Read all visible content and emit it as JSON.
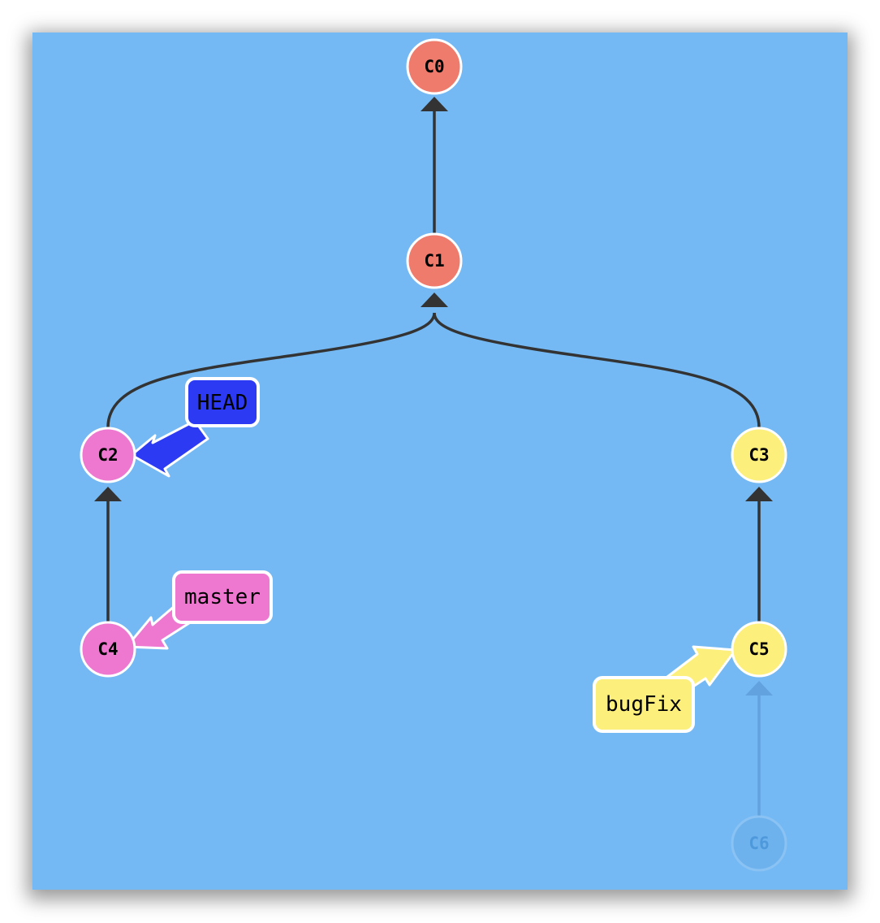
{
  "commits": [
    {
      "id": "C0",
      "label": "C0",
      "color": "#ef7b6d",
      "text_color": "#000000",
      "ghost": false
    },
    {
      "id": "C1",
      "label": "C1",
      "color": "#ef7b6d",
      "text_color": "#000000",
      "ghost": false
    },
    {
      "id": "C2",
      "label": "C2",
      "color": "#ee77d0",
      "text_color": "#000000",
      "ghost": false
    },
    {
      "id": "C3",
      "label": "C3",
      "color": "#fcef7b",
      "text_color": "#000000",
      "ghost": false
    },
    {
      "id": "C4",
      "label": "C4",
      "color": "#ee77d0",
      "text_color": "#000000",
      "ghost": false
    },
    {
      "id": "C5",
      "label": "C5",
      "color": "#fcef7b",
      "text_color": "#000000",
      "ghost": false
    },
    {
      "id": "C6",
      "label": "C6",
      "color": "#74b9f4",
      "text_color": "#4a90d0",
      "ghost": true
    }
  ],
  "edges": [
    {
      "from": "C1",
      "to": "C0"
    },
    {
      "from": "C2",
      "to": "C1"
    },
    {
      "from": "C3",
      "to": "C1"
    },
    {
      "from": "C4",
      "to": "C2"
    },
    {
      "from": "C5",
      "to": "C3"
    },
    {
      "from": "C6",
      "to": "C5",
      "ghost": true
    }
  ],
  "refs": {
    "head": {
      "label": "HEAD",
      "target": "C2",
      "color": "#2c3af3"
    },
    "master": {
      "label": "master",
      "target": "C4",
      "color": "#ee77d0"
    },
    "bugfix": {
      "label": "bugFix",
      "target": "C5",
      "color": "#fcef7b"
    }
  },
  "colors": {
    "canvas_background": "#74b9f4",
    "edge": "#333333",
    "node_border": "#ffffff"
  }
}
